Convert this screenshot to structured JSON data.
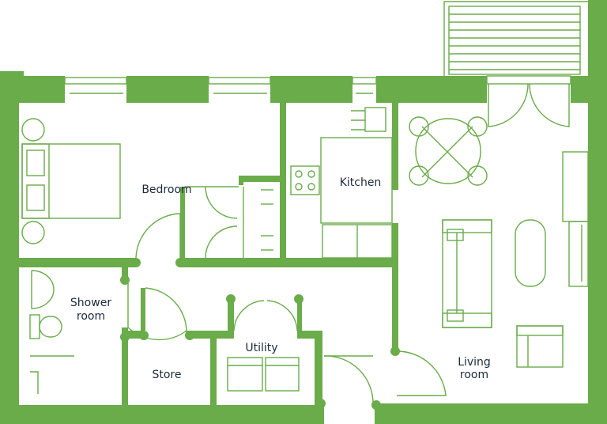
{
  "colors": {
    "wall": "#6aab4a",
    "line": "#6aab4a",
    "text": "#1c2a3a",
    "background": "#ffffff"
  },
  "rooms": {
    "bedroom": "Bedroom",
    "kitchen": "Kitchen",
    "shower_line1": "Shower",
    "shower_line2": "room",
    "store": "Store",
    "utility": "Utility",
    "living_line1": "Living",
    "living_line2": "room"
  }
}
